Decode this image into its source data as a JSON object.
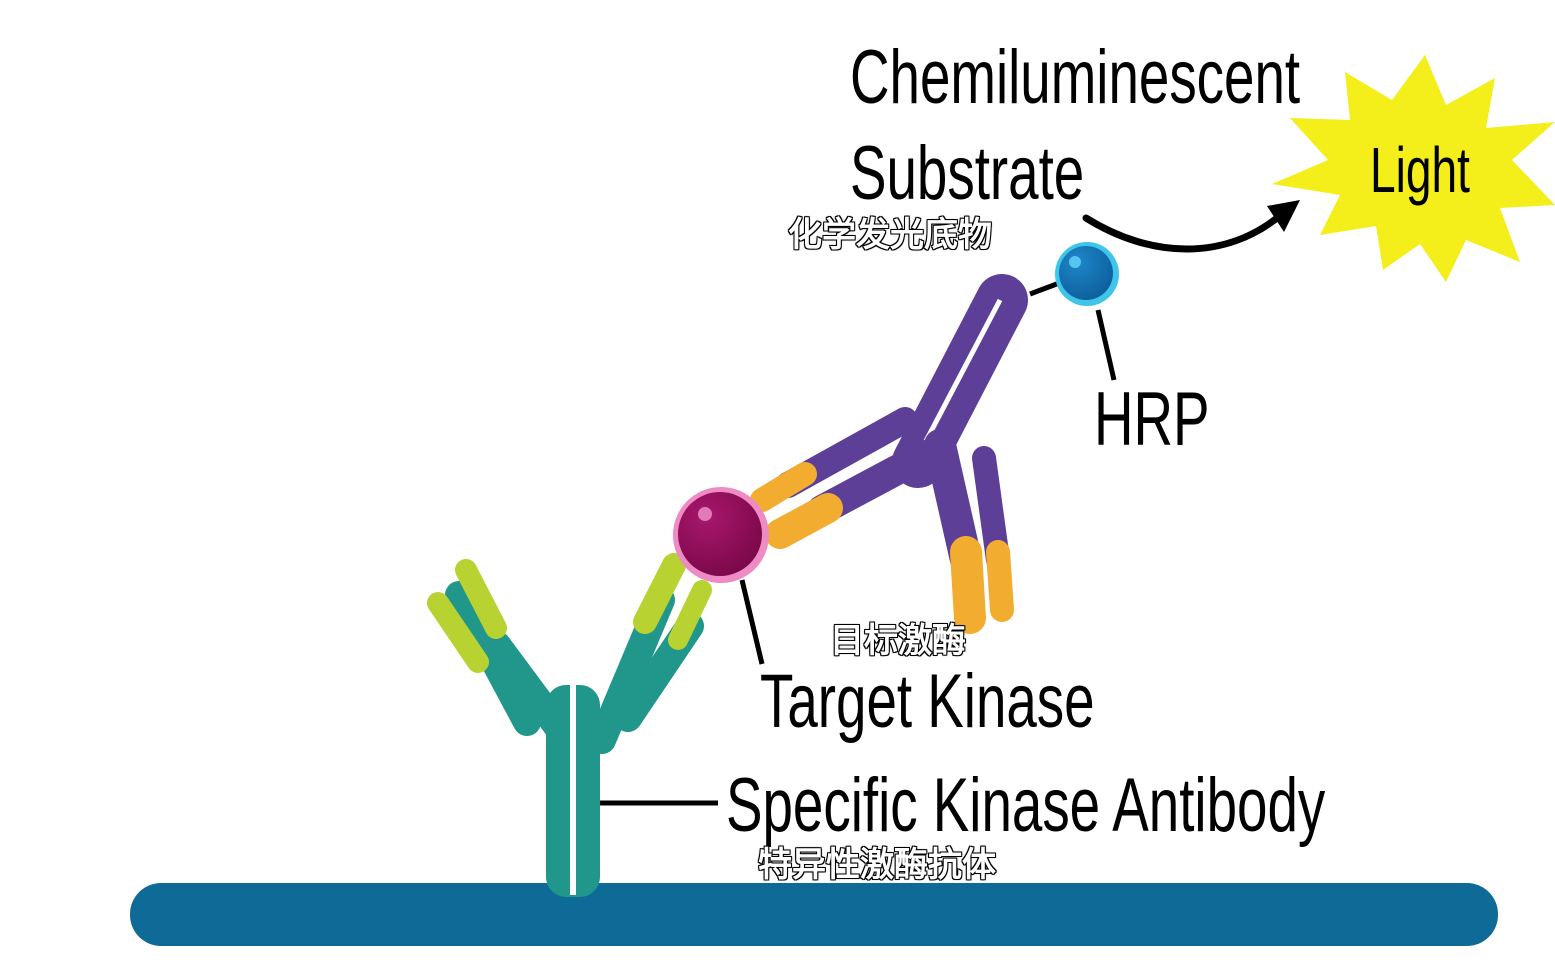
{
  "labels": {
    "substrate_line1": "Chemiluminescent",
    "substrate_line2": "Substrate",
    "substrate_zh": "化学发光底物",
    "light": "Light",
    "hrp": "HRP",
    "target_kinase_zh": "目标激酶",
    "target_kinase": "Target Kinase",
    "specific_antibody": "Specific Kinase Antibody",
    "specific_antibody_zh": "特异性激酶抗体"
  },
  "colors": {
    "surface": "#0e6b98",
    "capture_antibody": "#21968a",
    "capture_tips": "#b8d232",
    "detection_antibody": "#5e3f98",
    "detection_tips": "#f2ad30",
    "target_kinase": "#8c0a55",
    "target_kinase_ring": "#ee8ac4",
    "hrp": "#1471b2",
    "hrp_ring": "#3fc4ea",
    "light_burst": "#f4ee1a"
  },
  "icons": {
    "light": "starburst-icon",
    "reaction_arrow": "curved-arrow-icon"
  }
}
